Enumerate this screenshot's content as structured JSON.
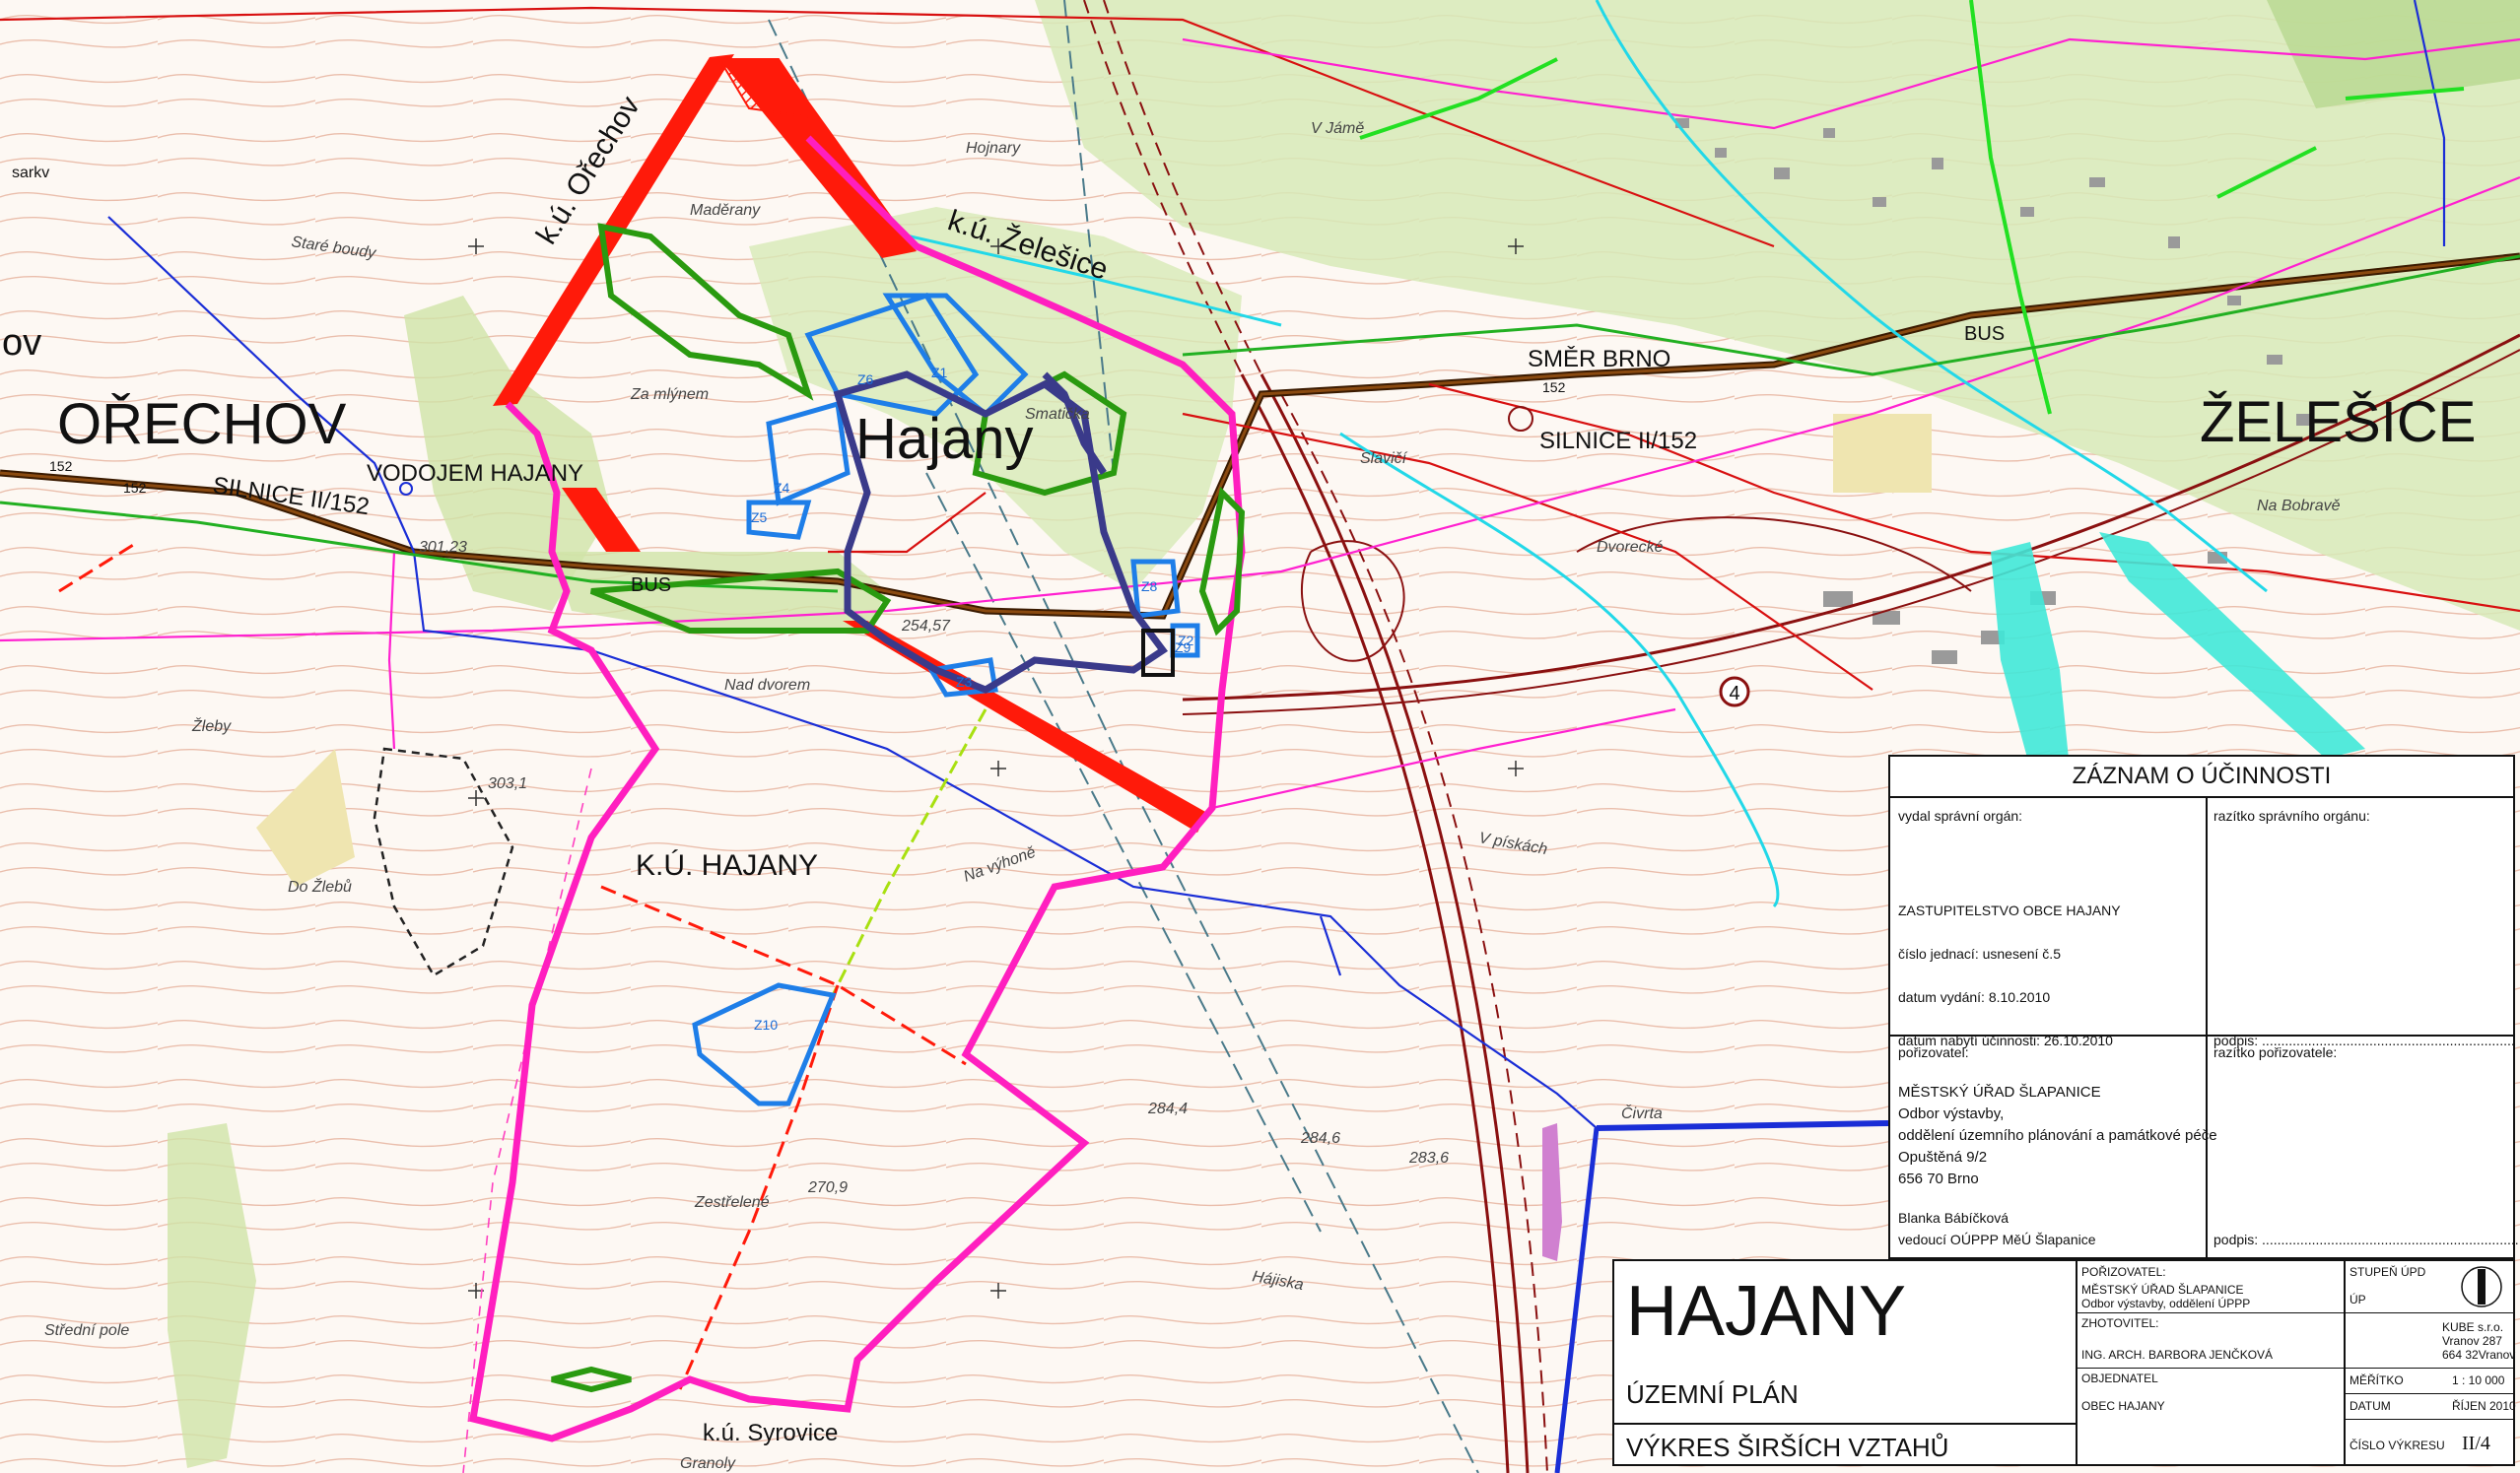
{
  "map_labels": {
    "orechov": "OŘECHOV",
    "hajany": "Hajany",
    "zelesice": "ŽELEŠICE",
    "ku_orechov": "k.ú. Ořechov",
    "ku_zelesice": "k.ú. Želešice",
    "ku_hajany": "K.Ú. HAJANY",
    "ku_syrovice": "k.ú. Syrovice",
    "vodojem": "VODOJEM HAJANY",
    "silnice_left": "SILNICE II/152",
    "silnice_right": "SILNICE II/152",
    "smer_brno": "SMĚR BRNO",
    "bus1": "BUS",
    "bus2": "BUS",
    "route_4": "4",
    "road_152_a": "152",
    "road_152_b": "152",
    "road_152_c": "152",
    "partial_ov": "ov",
    "partial_sarkv": "sarkv"
  },
  "terrain_names": {
    "stare_boudy": "Staré boudy",
    "maderany": "Maděrany",
    "za_mlynem": "Za mlýnem",
    "nad_dvorem": "Nad dvorem",
    "zleby": "Žleby",
    "do_zlebu": "Do Žlebů",
    "na_vyhone": "Na výhoně",
    "zestrelene": "Zestřelené",
    "stredni_pole": "Střední pole",
    "hajiska": "Hájiska",
    "v_piskach": "V pískách",
    "smaticka": "Smatička",
    "slavici": "Slavičí",
    "dvorecke": "Dvorecké",
    "na_bobrave": "Na Bobravě",
    "hojnary": "Hojnary",
    "v_jame": "V Jámě",
    "cirtra": "Čivrta",
    "granoly": "Granoly"
  },
  "zones": {
    "z1": "Z1",
    "z2": "Z2",
    "z3": "Z3",
    "z4": "Z4",
    "z5": "Z5",
    "z6": "Z6",
    "z8": "Z8",
    "z9": "Z9",
    "z10": "Z10"
  },
  "spot_heights": {
    "h303": "303,1",
    "h284a": "284,4",
    "h284b": "284,6",
    "h283": "283,6",
    "h270": "270,9",
    "h254": "254,57",
    "h301": "301,23"
  },
  "zaznam": {
    "title": "ZÁZNAM O ÚČINNOSTI",
    "vydal_label": "vydal správní orgán:",
    "razitko_label": "razítko správního orgánu:",
    "organ": "ZASTUPITELSTVO OBCE HAJANY",
    "cislo": "číslo jednací:  usnesení č.5",
    "datum_vydani": "datum vydání:  8.10.2010",
    "datum_ucinnosti": "datum nabytí účinnosti:  26.10.2010",
    "podpis1": "podpis: ..................................................................",
    "porizovatel_label": "pořizovatel:",
    "razitko_porizovatele": "razítko pořizovatele:",
    "p1": "MĚSTSKÝ ÚŘAD ŠLAPANICE",
    "p2": "Odbor výstavby,",
    "p3": "oddělení územního plánování a památkové péče",
    "p4": "Opuštěná 9/2",
    "p5": "656 70 Brno",
    "p6": "Blanka Bábíčková",
    "p7": "vedoucí OÚPPP MěÚ Šlapanice",
    "podpis2": "podpis: ..................................................................."
  },
  "titul": {
    "nazev": "HAJANY",
    "typ": "ÚZEMNÍ PLÁN",
    "vykres": "VÝKRES ŠIRŠÍCH VZTAHŮ",
    "porizovatel_h": "POŘIZOVATEL:",
    "porizovatel_1": "MĚSTSKÝ ÚŘAD ŠLAPANICE",
    "porizovatel_2": "Odbor výstavby, oddělení ÚPPP",
    "zhotovitel_h": "ZHOTOVITEL:",
    "zhotovitel": "ING. ARCH. BARBORA JENČKOVÁ",
    "objednatel_h": "OBJEDNATEL",
    "objednatel": "OBEC HAJANY",
    "stupen_h": "STUPEŇ ÚPD",
    "stupen": "ÚP",
    "firma_1": "KUBE s.r.o.",
    "firma_2": "Vranov 287",
    "firma_3": "664 32Vranov",
    "meritko_h": "MĚŘÍTKO",
    "meritko": "1 : 10 000",
    "datum_h": "DATUM",
    "datum": "ŘÍJEN 2010",
    "cislo_h": "ČÍSLO VÝKRESU",
    "cislo": "II/4"
  },
  "colors": {
    "boundary_pink": "#ff1fbf",
    "red_corridor": "#ff1a0a",
    "green_zone": "#2a9a10",
    "blue_zone": "#1e7ee8",
    "navy_zone": "#3a3a8a",
    "cyan_river": "#33e0d0",
    "road_brown": "#8a1010",
    "water_blue": "#1a2ed6"
  }
}
